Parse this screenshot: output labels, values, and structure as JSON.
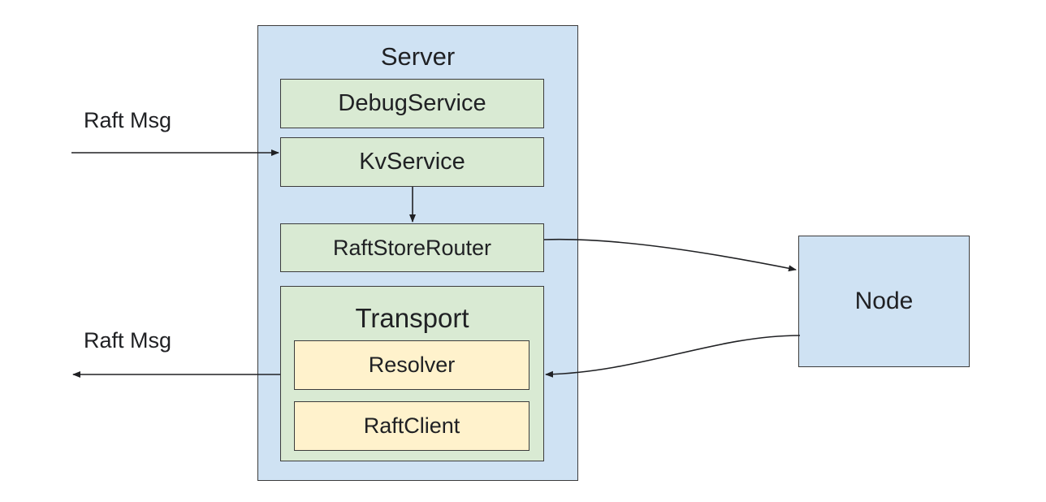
{
  "diagram": {
    "server": {
      "title": "Server"
    },
    "server_components": {
      "debug_service": "DebugService",
      "kv_service": "KvService",
      "raft_store_router": "RaftStoreRouter"
    },
    "transport": {
      "title": "Transport",
      "resolver": "Resolver",
      "raft_client": "RaftClient"
    },
    "node": {
      "label": "Node"
    },
    "incoming_label": "Raft Msg",
    "outgoing_label": "Raft Msg",
    "colors": {
      "server_fill": "#cfe2f3",
      "component_fill": "#d9ead3",
      "transport_inner_fill": "#fff2cc",
      "node_fill": "#cfe2f3",
      "stroke": "#3c3c3c"
    }
  }
}
